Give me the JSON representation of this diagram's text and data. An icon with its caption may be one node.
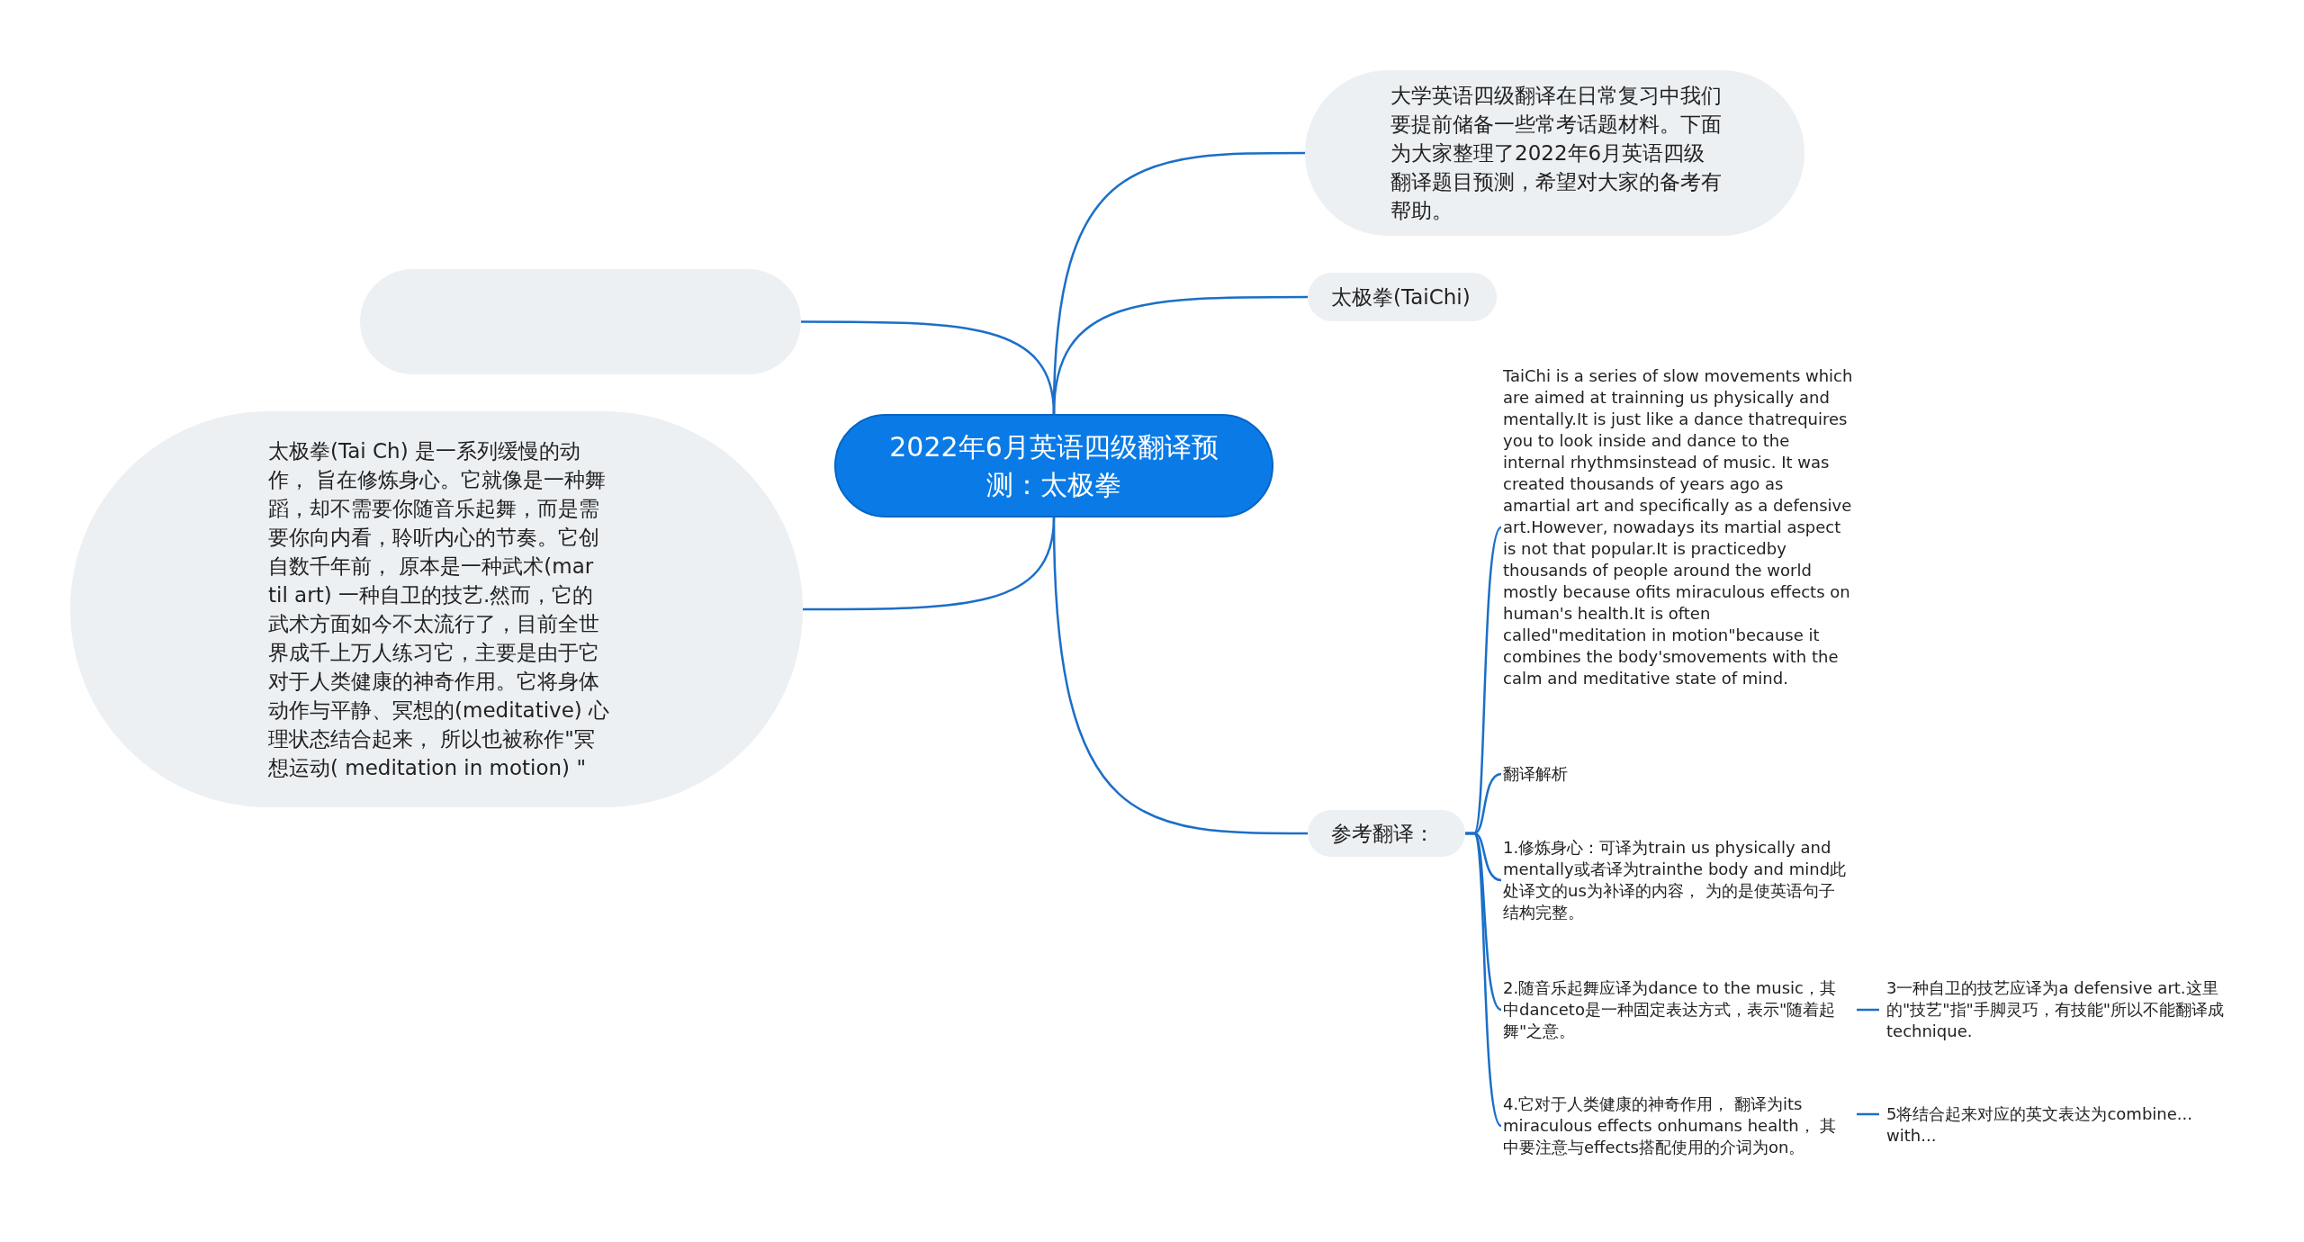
{
  "diagram": {
    "nodes": [
      {
        "text": [
          "2022年6月英语四级翻译预测：太极拳"
        ]
      },
      {
        "text": [
          "大学英语四级翻译在日常复习中我们要提前储备一些常考话题材料。下面为大家整理了2022年6月英语四级翻译题目预测，希望对大家的备考有帮助。"
        ]
      },
      {
        "text": [
          "太极拳(TaiChi)"
        ]
      },
      {
        "text": [],
        "shape": "box"
      },
      {
        "text": [
          "太极拳(Tai Ch) 是一系列缓慢的动作， 旨在修炼身心。它就像是一种舞蹈，却不需要你随音乐起舞，而是需要你向内看，聆听内心的节奏。它创自数千年前， 原本是一种武术(mar til art) 一种自卫的技艺.然而，它的武术方面如今不太流行了，目前全世界成千上万人练习它，主要是由于它对于人类健康的神奇作用。它将身体动作与平静、冥想的(meditative) 心理状态结合起来， 所以也被称作\"冥想运动( meditation in motion) \""
        ]
      },
      {
        "text": [
          "参考翻译："
        ]
      },
      {
        "text": [
          "TaiChi is a series of slow movements which are aimed at trainning us physically  and mentally.It is just like a dance thatrequires you to look inside and dance  to the internal rhythmsinstead of music. It was created thousands of years ago as amartial art and specifically as a defensive art.However,  nowadays its martial aspect is not that popular.It is practicedby thousands of people around the world mostly because ofits miraculous effects on human's health.It is  often called\"meditation in motion\"because it combines the body'smovements with the calm and meditative state of mind."
        ]
      },
      {
        "text": [
          "翻译解析"
        ]
      },
      {
        "text": [
          "1.修炼身心：可译为train us physically and mentally或者译为trainthe body and mind此处译文的us为补译的内容， 为的是使英语句子结构完整。"
        ]
      },
      {
        "text": [
          "2.随音乐起舞应译为dance to the music，其中danceto是一种固定表达方式，表示\"随着起舞\"之意。"
        ]
      },
      {
        "text": [
          "3一种自卫的技艺应译为a defensive art.这里的\"技艺\"指\"手脚灵巧，有技能\"所以不能翻译成technique."
        ]
      },
      {
        "text": [
          "4.它对于人类健康的神奇作用， 翻译为its miraculous effects onhumans health， 其中要注意与effects搭配使用的介词为on。"
        ]
      },
      {
        "text": [
          "5将结合起来对应的英文表达为combine... with..."
        ]
      }
    ],
    "edges": [
      {
        "from": 0,
        "to": 1,
        "arrow": "none"
      },
      {
        "from": 0,
        "to": 2,
        "arrow": "none"
      },
      {
        "from": 0,
        "to": 3,
        "arrow": "none"
      },
      {
        "from": 0,
        "to": 4,
        "arrow": "none"
      },
      {
        "from": 0,
        "to": 5,
        "arrow": "none"
      },
      {
        "from": 5,
        "to": 6,
        "arrow": "none"
      },
      {
        "from": 5,
        "to": 7,
        "arrow": "none"
      },
      {
        "from": 5,
        "to": 8,
        "arrow": "none"
      },
      {
        "from": 5,
        "to": 9,
        "arrow": "none"
      },
      {
        "from": 5,
        "to": 11,
        "arrow": "none"
      },
      {
        "from": 9,
        "to": 10,
        "arrow": "none"
      },
      {
        "from": 11,
        "to": 12,
        "arrow": "none"
      }
    ]
  }
}
